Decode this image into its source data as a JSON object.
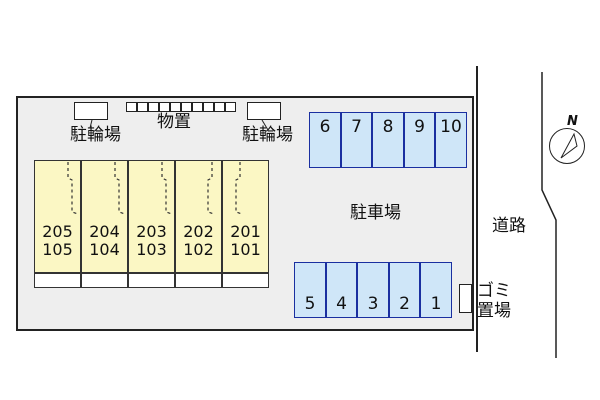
{
  "labels": {
    "bike_parking_left": "駐輪場",
    "bike_parking_right": "駐輪場",
    "storage": "物置",
    "car_parking": "駐車場",
    "road": "道路",
    "garbage_line1": "ゴミ",
    "garbage_line2": "置場",
    "north": "N"
  },
  "units": [
    {
      "upper": "205",
      "lower": "105"
    },
    {
      "upper": "204",
      "lower": "104"
    },
    {
      "upper": "203",
      "lower": "103"
    },
    {
      "upper": "202",
      "lower": "102"
    },
    {
      "upper": "201",
      "lower": "101"
    }
  ],
  "parking_top": [
    "6",
    "7",
    "8",
    "9",
    "10"
  ],
  "parking_bottom": [
    "5",
    "4",
    "3",
    "2",
    "1"
  ],
  "colors": {
    "building": "#fbf7c4",
    "parking": "#cfe6f8",
    "parking_border": "#1a2fa0",
    "lot": "#eeeeee"
  }
}
